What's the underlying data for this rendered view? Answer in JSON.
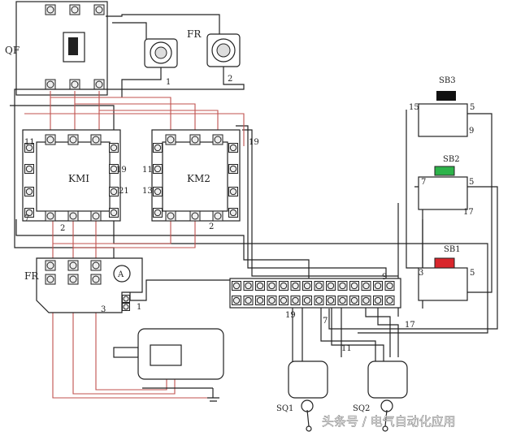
{
  "labels": {
    "qf": "QF",
    "fr_top": "FR",
    "fr_t1": "1",
    "fr_t2": "2",
    "sb3": "SB3",
    "sb3_left": "15",
    "sb3_right": "5",
    "sb3_bottom": "9",
    "sb2": "SB2",
    "sb2_left": "7",
    "sb2_right": "5",
    "sb2_bottom": "17",
    "sb1": "SB1",
    "sb1_left": "3",
    "sb1_right": "5",
    "strip_9": "9",
    "km1": "KMI",
    "km2": "KM2",
    "km1_11": "11",
    "km1_19": "19",
    "km1_21": "21",
    "km2_11": "11",
    "km2_13": "13",
    "km2_19": "19",
    "km1_7": "7",
    "km1_2": "2",
    "km2_2": "2",
    "fr_bottom": "FR",
    "ammeter": "A",
    "fr_3": "3",
    "fr_1": "1",
    "w19": "19",
    "w7": "7",
    "w11": "11",
    "w17": "17",
    "sq1": "SQ1",
    "sq2": "SQ2"
  },
  "watermark": "头条号 / 电气自动化应用",
  "colors": {
    "wire": "#222222",
    "power_wire": "#c0504d",
    "sb3_button": "#111111",
    "sb2_button": "#2db34a",
    "sb1_button": "#d9262c"
  }
}
